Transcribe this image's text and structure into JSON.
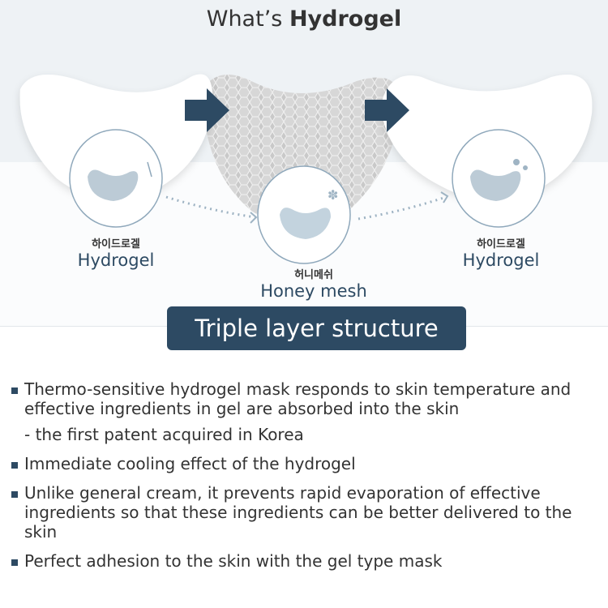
{
  "title": {
    "normal": "What’s ",
    "bold": "Hydrogel"
  },
  "layers": [
    {
      "korean": "하이드로겔",
      "english": "Hydrogel"
    },
    {
      "korean": "허니메쉬",
      "english": "Honey mesh"
    },
    {
      "korean": "하이드로겔",
      "english": "Hydrogel"
    }
  ],
  "banner": "Triple layer structure",
  "features": [
    {
      "text": "Thermo-sensitive hydrogel mask responds to skin temperature and effective ingredients in gel are absorbed into the skin",
      "sub": "- the first patent acquired in Korea"
    },
    {
      "text": "Immediate cooling effect of the hydrogel"
    },
    {
      "text": "Unlike general cream, it prevents rapid evaporation of effective ingredients so that these ingredients can be better delivered to the skin"
    },
    {
      "text": "Perfect adhesion to the skin with the gel type mask"
    }
  ],
  "colors": {
    "accent": "#2d4a63",
    "background": "#eef2f5"
  }
}
